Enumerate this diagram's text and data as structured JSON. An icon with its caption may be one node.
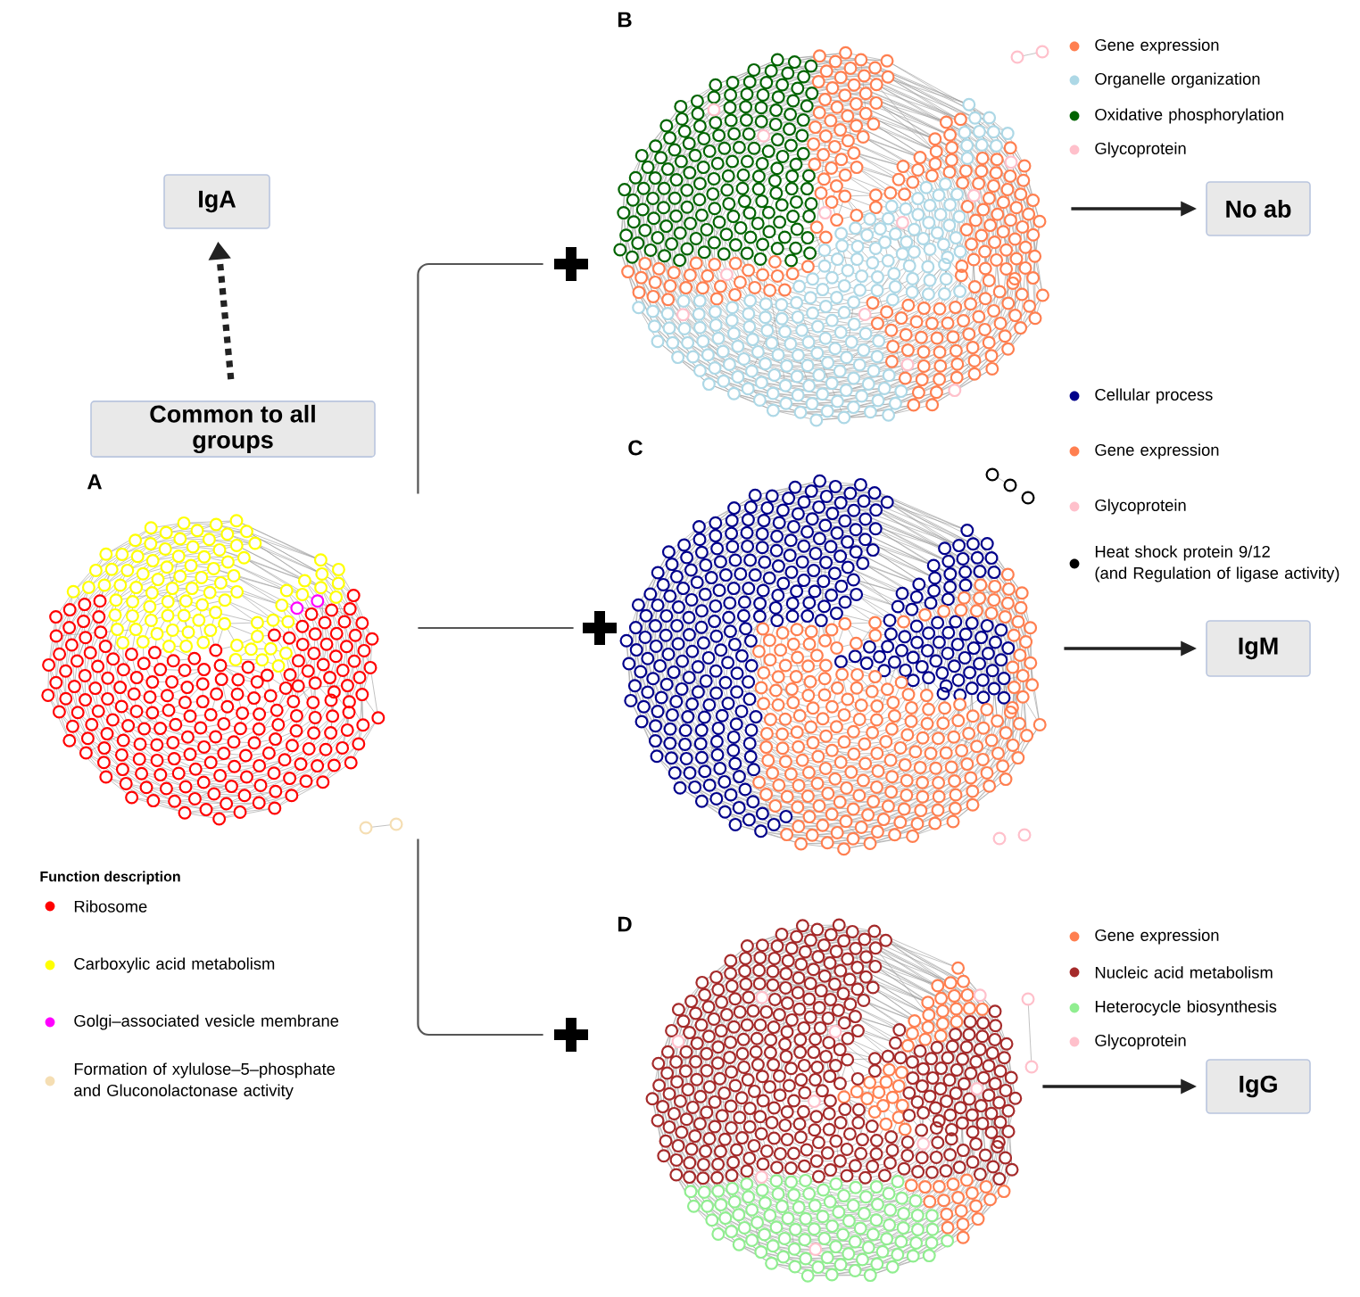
{
  "diagram": {
    "nodes": [
      {
        "text": [
          "IgA"
        ]
      },
      {
        "text": [
          "Common to all groups"
        ]
      },
      {
        "text": [],
        "shape": "picture",
        "beside": [
          "A"
        ]
      },
      {
        "text": [],
        "shape": "plus"
      },
      {
        "text": [],
        "shape": "picture",
        "beside": [
          "B"
        ]
      },
      {
        "text": [
          "No ab"
        ]
      },
      {
        "text": [],
        "shape": "plus"
      },
      {
        "text": [],
        "shape": "picture",
        "beside": [
          "C"
        ]
      },
      {
        "text": [
          "IgM"
        ]
      },
      {
        "text": [],
        "shape": "plus"
      },
      {
        "text": [],
        "shape": "picture",
        "beside": [
          "D"
        ]
      },
      {
        "text": [
          "IgG"
        ]
      }
    ],
    "edges": [
      {
        "from": 1,
        "to": 0,
        "arrow": "to",
        "style": "dashed"
      },
      {
        "from": 2,
        "to": 3,
        "arrow": "none"
      },
      {
        "from": 2,
        "to": 6,
        "arrow": "none"
      },
      {
        "from": 2,
        "to": 9,
        "arrow": "none"
      },
      {
        "from": 4,
        "to": 5,
        "arrow": "to"
      },
      {
        "from": 7,
        "to": 8,
        "arrow": "to"
      },
      {
        "from": 10,
        "to": 11,
        "arrow": "to"
      }
    ],
    "labels": [
      "Function description"
    ],
    "legend": [
      {
        "text": "Ribosome",
        "color": "#ff0000"
      },
      {
        "text": "Carboxylic acid metabolism",
        "color": "#ffff00"
      },
      {
        "text": "Golgi–associated vesicle membrane",
        "color": "#ff00ff"
      },
      {
        "text": "Formation of xylulose–5–phosphate and Gluconolactonase activity",
        "color": "#f5deb3"
      },
      {
        "text": "Gene expression",
        "color": "#ff7f50"
      },
      {
        "text": "Organelle organization",
        "color": "#add8e6"
      },
      {
        "text": "Oxidative phosphorylation",
        "color": "#006400"
      },
      {
        "text": "Glycoprotein",
        "color": "#ffc0cb"
      },
      {
        "text": "Cellular process",
        "color": "#00008b"
      },
      {
        "text": "Gene expression",
        "color": "#ff7f50"
      },
      {
        "text": "Glycoprotein",
        "color": "#ffc0cb"
      },
      {
        "text": "Heat shock protein 9/12 (and Regulation of ligase activity)",
        "color": "#000000"
      },
      {
        "text": "Gene expression",
        "color": "#ff7f50"
      },
      {
        "text": "Nucleic acid metabolism",
        "color": "#a52a2a"
      },
      {
        "text": "Heterocycle biosynthesis",
        "color": "#90ee90"
      },
      {
        "text": "Glycoprotein",
        "color": "#ffc0cb"
      }
    ]
  }
}
